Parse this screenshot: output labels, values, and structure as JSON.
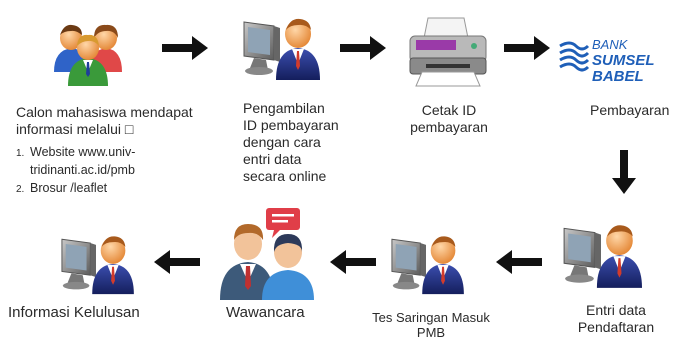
{
  "diagram": {
    "title": "",
    "steps": {
      "calon": {
        "line1": "Calon mahasiswa mendapat",
        "line2": "informasi melalui □"
      },
      "list": [
        {
          "num": "1.",
          "line1": "Website www.univ-",
          "line2": "tridinanti.ac.id/pmb"
        },
        {
          "num": "2.",
          "line1": "Brosur /leaflet",
          "line2": ""
        }
      ],
      "pengambilan": [
        "Pengambilan",
        "ID pembayaran",
        "dengan cara",
        "entri data",
        "secara online"
      ],
      "cetak": [
        "Cetak ID",
        "pembayaran"
      ],
      "pembayaran": "Pembayaran",
      "entri": [
        "Entri data",
        "Pendaftaran"
      ],
      "tes": [
        "Tes Saringan Masuk",
        "PMB"
      ],
      "wawancara": "Wawancara",
      "informasi": "Informasi Kelulusan"
    },
    "bank_logo": {
      "line1": "BANK",
      "line2": "SUMSEL BABEL"
    },
    "colors": {
      "arrow": "#111111",
      "bank_blue": "#1f5fb8",
      "suit": "#1f2f86",
      "monitor": "#7a7a7a",
      "bubble": "#e03e48"
    },
    "icons": [
      "people-group-icon",
      "computer-user-icon",
      "printer-icon",
      "bank-logo-icon",
      "interview-icon"
    ]
  }
}
